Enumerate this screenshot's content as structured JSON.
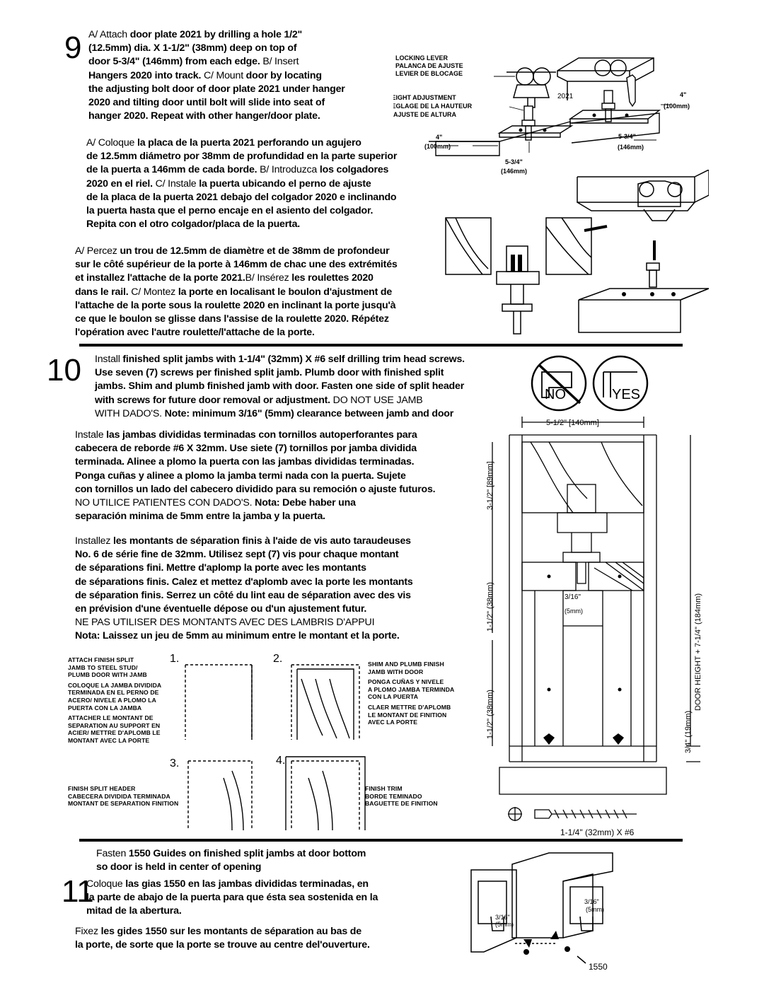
{
  "step9": {
    "number": "9",
    "en": [
      {
        "lead": "A/ Attach ",
        "text": "door plate 2021 by drilling a hole 1/2\""
      },
      {
        "text": "(12.5mm) dia.     X 1-1/2\" (38mm) deep on top of"
      },
      {
        "text": "door 5-3/4\" (146mm) from each edge.   ",
        "tail": "B/ Insert"
      },
      {
        "text": "Hangers 2020 into track.  ",
        "mid": "C/ Mount ",
        "text2": "door by locating"
      },
      {
        "text": "the adjusting bolt door of door plate 2021 under hanger"
      },
      {
        "text": "2020 and tilting door until bolt will slide into seat of"
      },
      {
        "text": "hanger 2020.  Repeat with other hanger/door plate."
      }
    ],
    "es": [
      {
        "lead": "A/ Coloque ",
        "text": "la placa de la puerta 2021 perforando un agujero"
      },
      {
        "text": "de 12.5mm diámetro por 38mm de profundidad en la parte superior"
      },
      {
        "text": "de la puerta a 146mm de cada borde.  ",
        "mid": "B/ Introduzca ",
        "text2": "los colgadores"
      },
      {
        "text": "2020 en el riel.  ",
        "mid": "C/ Instale ",
        "text2": "la puerta ubicando el perno de ajuste"
      },
      {
        "text": "de la placa de la puerta 2021 debajo del colgador 2020 e inclinando"
      },
      {
        "text": "la puerta hasta que el perno encaje en el asiento del colgador."
      },
      {
        "text": "Repita con el otro colgador/placa de la puerta."
      }
    ],
    "fr": [
      {
        "lead": "A/ Percez ",
        "text": "un trou de 12.5mm de diamètre et de 38mm de profondeur"
      },
      {
        "text": "sur le côté supérieur de la porte à 146mm de chac une des extrémités"
      },
      {
        "text": "et installez l'attache de la porte 2021.",
        "mid": "B/ Insérez ",
        "text2": "les roulettes 2020"
      },
      {
        "text": "dans le rail. ",
        "mid": "C/ Montez ",
        "text2": "la porte en localisant le boulon d'ajustment de"
      },
      {
        "text": "l'attache de la porte sous la roulette 2020 en inclinant la porte jusqu'à"
      },
      {
        "text": "ce que le boulon se glisse dans l'assise de la roulette 2020.  Répétez"
      },
      {
        "text": "l'opération avec l'autre roulette/l'attache de la porte."
      }
    ],
    "labels": {
      "locking_lever": [
        "LOCKING LEVER",
        "PALANCA DE AJUSTE",
        "LEVIER DE BLOCAGE"
      ],
      "height_adjustment": [
        "HEIGHT ADJUSTMENT",
        "REGLAGE DE LA HAUTEUR",
        "AJUSTE DE ALTURA"
      ],
      "part_2021": "2021",
      "dim_4_a": "4\"",
      "dim_100_a": "(100mm)",
      "dim_4_b": "4\"",
      "dim_100_b": "(100mm)",
      "dim_534_a": "5-3/4\"",
      "dim_146_a": "(146mm)",
      "dim_534_b": "5-3/4\"",
      "dim_146_b": "(146mm)"
    }
  },
  "step10": {
    "number": "10",
    "en": [
      {
        "lead": "Install ",
        "text": "finished split jambs with 1-1/4\" (32mm) X #6 self drilling trim head screws."
      },
      {
        "text": "Use seven (7) screws per finished split jamb.  Plumb door with finished split"
      },
      {
        "text": "jambs.  Shim and plumb finished jamb with door.  Fasten one side of split header"
      },
      {
        "text": "with screws for future door removal or adjustment. ",
        "tail": "DO NOT USE JAMB"
      },
      {
        "reg": "WITH DADO'S.   ",
        "text": "Note: minimum 3/16\" (5mm) clearance between jamb and door"
      }
    ],
    "es": [
      {
        "lead": "Instale ",
        "text": "las jambas divididas terminadas con tornillos autoperforantes para"
      },
      {
        "text": "cabecera de reborde #6 X 32mm.  Use siete (7) tornillos por jamba dividida"
      },
      {
        "text": "terminada.  Alinee a plomo la puerta con las jambas divididas terminadas."
      },
      {
        "text": "Ponga cuñas y alinee a plomo la jamba termi nada con la puerta.  Sujete"
      },
      {
        "text": "con tornillos un lado del cabecero dividido para su remoción o ajuste futuros."
      },
      {
        "reg": "NO UTILICE PATIENTES CON DADO'S.     ",
        "text": "Nota: Debe haber una"
      },
      {
        "text": "separación minima de 5mm entre la jamba y la puerta."
      }
    ],
    "fr": [
      {
        "lead": "Installez ",
        "text": "les montants de séparation finis à l'aide de vis auto taraudeuses"
      },
      {
        "text": "No. 6 de série fine de 32mm.  Utilisez sept (7) vis pour chaque montant"
      },
      {
        "text": "de séparations fini.  Mettre d'aplomp la porte avec les montants"
      },
      {
        "text": "de séparations finis.  Calez et mettez d'aplomb avec la porte les montants"
      },
      {
        "text": "de séparation finis. Serrez un côté du lint eau de séparation avec des vis"
      },
      {
        "text": "en prévision d'une éventuelle dépose ou d'un ajustement futur."
      },
      {
        "reg": "NE PAS UTILISER DES MONTANTS AVEC DES LAMBRIS D'APPUI"
      },
      {
        "text": "Nota:  Laissez un jeu de 5mm au minimum entre le montant et la porte."
      }
    ],
    "no_label": "NO",
    "yes_label": "YES",
    "dim_top": "5-1/2\" [140mm]",
    "dim_89": "3-1/2\" [89mm]",
    "dim_38a": "1-1/2\" (38mm)",
    "dim_38b": "1-1/2\" (38mm)",
    "dim_316": "3/16\"",
    "dim_5mm": "(5mm)",
    "dim_19": "3/4\" (19mm)",
    "dim_door": "DOOR HEIGHT + 7-1/4\" (184mm)",
    "screw_label": "1-1/4\" (32mm) X #6",
    "sub_numbers": [
      "1.",
      "2.",
      "3.",
      "4."
    ],
    "caption_attach": [
      "ATTACH FINISH SPLIT",
      "JAMB TO STEEL STUD/",
      "PLUMB DOOR WITH JAMB",
      "COLOQUE LA JAMBA DIVIDIDA",
      "TERMINADA EN EL PERNO DE",
      "ACERO/ NIVELE A PLOMO LA",
      "PUERTA CON LA JAMBA",
      "ATTACHER LE MONTANT DE",
      "SEPARATION AU SUPPORT EN",
      "ACIER/ METTRE D'APLOMB LE",
      "MONTANT AVEC LA PORTE"
    ],
    "caption_header": [
      "FINISH SPLIT HEADER",
      "CABECERA DIVIDIDA TERMINADA",
      "MONTANT DE SEPARATION FINITION"
    ],
    "caption_shim": [
      "SHIM AND PLUMB FINISH",
      "JAMB WITH DOOR",
      "PONGA CUÑAS Y NIVELE",
      "A PLOMO JAMBA TERMINDA",
      "CON LA PUERTA",
      "CLAER METTRE D'APLOMB",
      "LE MONTANT DE FINITION",
      "AVEC LA PORTE"
    ],
    "caption_trim": [
      "FINISH TRIM",
      "BORDE TEMINADO",
      "BAGUETTE DE FINITION"
    ]
  },
  "step11": {
    "number": "11",
    "en": [
      {
        "lead": "Fasten ",
        "text": "1550 Guides on finished split jambs at door bottom"
      },
      {
        "text": "so door is held in center of opening"
      }
    ],
    "es": [
      {
        "lead": "Coloque ",
        "text": "las gias 1550 en las jambas divididas terminadas, en"
      },
      {
        "text": "la parte de abajo de la puerta para que ésta sea sostenida en la"
      },
      {
        "text": "mitad de la abertura."
      }
    ],
    "fr": [
      {
        "lead": "Fixez ",
        "text": "les gides 1550 sur les montants de séparation au bas de"
      },
      {
        "text": "la porte, de sorte que la porte se trouve au centre del'ouverture."
      }
    ],
    "dim_316_a": "3/16\"",
    "dim_5_a": "(5mm)",
    "dim_316_b": "3/16\"",
    "dim_5_b": "(5mm)",
    "part": "1550"
  }
}
